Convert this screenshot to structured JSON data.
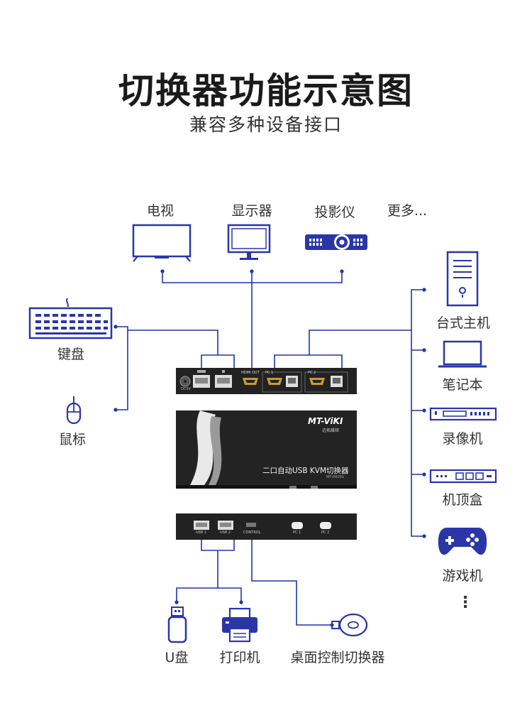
{
  "title": "切换器功能示意图",
  "subtitle": "兼容多种设备接口",
  "top_devices": [
    {
      "label": "电视",
      "icon": "tv-icon"
    },
    {
      "label": "显示器",
      "icon": "monitor-icon"
    },
    {
      "label": "投影仪",
      "icon": "projector-icon"
    },
    {
      "label": "更多..."
    }
  ],
  "left_devices": [
    {
      "label": "键盘",
      "icon": "keyboard-icon"
    },
    {
      "label": "鼠标",
      "icon": "mouse-icon"
    }
  ],
  "right_devices": [
    {
      "label": "台式主机",
      "icon": "desktop-tower-icon"
    },
    {
      "label": "笔记本",
      "icon": "laptop-icon"
    },
    {
      "label": "录像机",
      "icon": "recorder-icon"
    },
    {
      "label": "机顶盒",
      "icon": "set-top-box-icon"
    },
    {
      "label": "游戏机",
      "icon": "gamepad-icon"
    },
    {
      "label": "⋮"
    }
  ],
  "bottom_devices": [
    {
      "label": "U盘",
      "icon": "usb-drive-icon"
    },
    {
      "label": "打印机",
      "icon": "printer-icon"
    },
    {
      "label": "桌面控制切换器",
      "icon": "desktop-controller-icon"
    }
  ],
  "switch": {
    "brand": "MT-ViKI",
    "brand_sub": "迈拓维矩",
    "product": "二口自动USB KVM切换器",
    "model": "MT-HK201",
    "rear_ports": {
      "dc": "DC5V",
      "hdmi_out": "HDMI OUT",
      "pc1": "PC 1",
      "pc2": "PC 2"
    },
    "front_ports": {
      "usb1": "USB 1",
      "usb2": "USB 2",
      "control": "CONTROL",
      "pc1": "PC 1",
      "pc2": "PC 2"
    }
  },
  "colors": {
    "line": "#1f35a8",
    "device": "#2a36a8",
    "body": "#222222"
  }
}
